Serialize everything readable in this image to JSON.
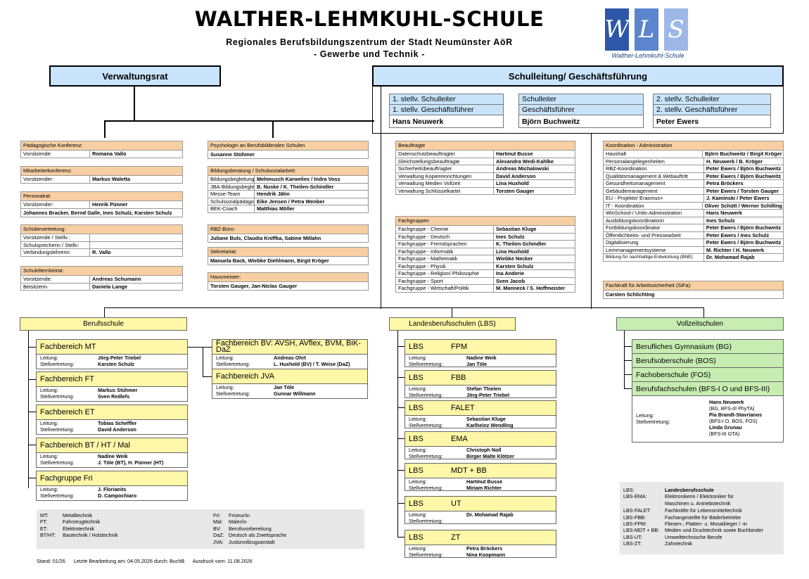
{
  "header": {
    "title": "WALTHER-LEHMKUHL-SCHULE",
    "subtitle1": "Regionales Berufsbildungszentrum der Stadt Neumünster AöR",
    "subtitle2": "- Gewerbe und Technik -",
    "logo_letters": [
      "W",
      "L",
      "S"
    ],
    "logo_caption": "Walther-Lehmkuhl-Schule"
  },
  "verwaltungsrat": "Verwaltungsrat",
  "schulleitung": {
    "title": "Schulleitung/ Geschäftsführung",
    "boxes": [
      {
        "l1": "1. stellv. Schulleiter",
        "l2": "1. stellv. Geschäftsführer",
        "name": "Hans Neuwerk"
      },
      {
        "l1": "Schulleiter",
        "l2": "Geschäftsführer",
        "name": "Björn Buchweitz"
      },
      {
        "l1": "2. stellv. Schulleiter",
        "l2": "2. stellv. Geschäftsführer",
        "name": "Peter Ewers"
      }
    ]
  },
  "col1": {
    "pk": {
      "title": "Pädagogische Konferenz:",
      "rows": [
        [
          "Vorsitzende:",
          "Romana Vallo"
        ]
      ]
    },
    "mk": {
      "title": "Mitarbeiterkonferenz:",
      "rows": [
        [
          "Vorsitzender:",
          "Markus Waletta"
        ]
      ]
    },
    "pr": {
      "title": "Personalrat:",
      "rows": [
        [
          "Vorsitzender:",
          "Henrik Pünner"
        ]
      ],
      "full": "Johannes Bracker, Bernd Galle, Ines Schulz, Karsten Schulz"
    },
    "sv": {
      "title": "Schülervertretung:",
      "rows": [
        [
          "Vorsitzende / Stellv.:",
          ""
        ],
        [
          "Schulsprecherin / Stellv:",
          ""
        ],
        [
          "Verbindungslehrerin:",
          "R. Vallo"
        ]
      ]
    },
    "seb": {
      "title": "Schulelternbeirat:",
      "rows": [
        [
          "Vorsitzende:",
          "Andreas Schumann"
        ],
        [
          "Beisitzerin",
          "Daniela Lange"
        ]
      ]
    }
  },
  "col2": {
    "psy": {
      "title": "Psychologin an Berufsbildenden Schulen",
      "full": "Susanne Stühmer"
    },
    "bb": {
      "title": "Bildungsberatung / Schulsozialarbeit:",
      "rows": [
        [
          "Bildungsbegleitung",
          "Mehmusch Karwelies / Indra Voss"
        ],
        [
          "JBA-Bildungsbegleitung",
          "B. Nuske / K. Theilen-Schindler"
        ],
        [
          "Messe-Team",
          "Hendrik Jähn"
        ],
        [
          "Schulsozialpädagoge",
          "Eike Jensen / Petra Wenber"
        ],
        [
          "BEK-Coach",
          "Matthias Möller"
        ]
      ]
    },
    "rbz": {
      "title": "RBZ-Büro:",
      "full": "Juliane Buls, Claudia Kniffka, Sabine Millahn"
    },
    "sek": {
      "title": "Sekretariat:",
      "full": "Manuela Back, Wiebke Diehlmann, Birgit Kröger"
    },
    "hm": {
      "title": "Hausmeister:",
      "full": "Torsten Gauger, Jan-Niclas Gauger"
    }
  },
  "col3": {
    "beau": {
      "title": "Beauftragte",
      "rows": [
        [
          "Datenschutzbeauftragter",
          "Hartmut Busse"
        ],
        [
          "Gleichstellungsbeauftragte",
          "Alexandra Wedi-Kahlke"
        ],
        [
          "Sicherheitsbeauftragter",
          "Andreas Michalowski"
        ],
        [
          "Verwaltung Kopiereinrichtungen",
          "David Anderson"
        ],
        [
          "Verwaltung Medien Vollzeit",
          "Lina Huxhold"
        ],
        [
          "Verwaltung Schlüsselkartei",
          "Torsten Gauger"
        ]
      ]
    },
    "fg": {
      "title": "Fachgruppen",
      "rows": [
        [
          "Fachgruppe - Chemie",
          "Sebastian Kluge"
        ],
        [
          "Fachgruppe - Deutsch",
          "Ines Schulz"
        ],
        [
          "Fachgruppe - Fremdsprachen",
          "K. Theilen-Schindler"
        ],
        [
          "Fachgruppe - Informatik",
          "Lina Huxhold"
        ],
        [
          "Fachgruppe - Mathematik",
          "Wiebke Necker"
        ],
        [
          "Fachgruppe - Physik",
          "Karsten Schulz"
        ],
        [
          "Fachgruppe - Religion/ Philosophie",
          "Ina Anderie"
        ],
        [
          "Fachgruppe - Sport",
          "Sven Jacob"
        ],
        [
          "Fachgruppe - Wirtschaft/Politik",
          "M. Manneck / S. Hoffmeister"
        ]
      ]
    }
  },
  "col4": {
    "koord": {
      "title": "Koordination - Administration",
      "rows": [
        [
          "Haushalt",
          "Björn Buchweitz / Birgit Kröger"
        ],
        [
          "Personalangelegenheiten",
          "H. Neuwerk / B. Kröger"
        ],
        [
          "RBZ-Koordination",
          "Peter Ewers / Björn Buchweitz"
        ],
        [
          "Qualitätsmanagement & Webauftritt",
          "Peter Ewers / Björn Buchweitz"
        ],
        [
          "Gesundheitsmanagement",
          "Petra Bröckers"
        ],
        [
          "Gebäudemanagement",
          "Peter Ewers / Torsten Gauger"
        ],
        [
          "EU - Projekte/ Erasmus+",
          "J. Kaminski / Peter Ewers"
        ],
        [
          "IT - Koordination",
          "Oliver Schütt / Werner Schilling"
        ],
        [
          "WinSchool-/ Untis-Administration",
          "Hans Neuwerk"
        ],
        [
          "Ausbildungskoordinatorin",
          "Ines Schulz"
        ],
        [
          "Fortbildungskoordinator",
          "Peter Ewers / Björn Buchweitz"
        ],
        [
          "Öffentlichkeits- und Pressearbeit",
          "Peter Ewers / Ines Schulz"
        ],
        [
          "Digitalisierung",
          "Peter Ewers / Björn Buchweitz"
        ],
        [
          "Lernmanagementsysteme",
          "M. Richter / H. Neuwerk"
        ],
        [
          "Bildung für nachhaltige Entwicklung (BNE)",
          "Dr. Mohamad Rajab"
        ]
      ]
    },
    "sifa": {
      "title": "Fachkraft für Arbeitssicherheit (SiFa):",
      "full": "Carsten Schlichting"
    }
  },
  "berufsschule": {
    "title": "Berufsschule",
    "labels": {
      "leitung": "Leitung:",
      "stell": "Stellvertretung:"
    },
    "cards": [
      {
        "title": "Fachbereich  MT",
        "leitung": "Jörg-Peter Triebel",
        "stell": "Karsten Schulz"
      },
      {
        "title": "Fachbereich  FT",
        "leitung": "Markus Stühmer",
        "stell": "Sven Redlefs"
      },
      {
        "title": "Fachbereich  ET",
        "leitung": "Tobias Scheffler",
        "stell": "David Anderson"
      },
      {
        "title": "Fachbereich  BT / HT / Mal",
        "leitung": "Nadine Weik",
        "stell": "J. Töle (BT), H. Pünner (HT)"
      },
      {
        "title": "Fachgruppe  Fri",
        "leitung": "J. Florianits",
        "stell": "D. Campochiaro"
      }
    ],
    "cards2": [
      {
        "title": "Fachbereich  BV: AVSH, AVflex, BVM, BiK-DaZ",
        "leitung": "Andreas Ohrt",
        "stell": "L. Huxhold (BV) / T. Weise (DaZ)"
      },
      {
        "title": "Fachbereich  JVA",
        "leitung": "Jan Töle",
        "stell": "Gunnar Willmann"
      }
    ]
  },
  "lbs": {
    "title": "Landesberufsschulen (LBS)",
    "prefix": "LBS",
    "cards": [
      {
        "name": "FPM",
        "leitung": "Nadine Weik",
        "stell": "Jan Töle"
      },
      {
        "name": "FBB",
        "leitung": "Stefan Thielen",
        "stell": "Jörg-Peter Triebel"
      },
      {
        "name": "FALET",
        "leitung": "Sebastian Kluge",
        "stell": "Karlheinz Wendling"
      },
      {
        "name": "EMA",
        "leitung": "Christoph Noll",
        "stell": "Birger Malte Klötzer"
      },
      {
        "name": "MDT + BB",
        "leitung": "Hartmut Busse",
        "stell": "Miriam Richter"
      },
      {
        "name": "UT",
        "leitung": "Dr. Mohamad Rajab",
        "stell": ""
      },
      {
        "name": "ZT",
        "leitung": "Petra Bröckers",
        "stell": "Nina Koopmann"
      }
    ]
  },
  "vz": {
    "title": "Vollzeitschulen",
    "items": [
      "Berufliches Gymnasium (BG)",
      "Berufsoberschule (BOS)",
      "Fachoberschule (FOS)",
      "Berufsfachschulen (BFS-I O und BFS-III)"
    ],
    "people": [
      {
        "name": "Hans Neuwerk",
        "note": "(BG, BFS-III PhyTA)"
      },
      {
        "name": "Pia Brandt-Stavrianos",
        "note": "(BFS-I O, BOS, FOS)"
      },
      {
        "name": "Linda Grunau",
        "note": "(BFS-III GTA)"
      }
    ]
  },
  "legend1": {
    "left": [
      [
        "MT:",
        "Metalltechnik"
      ],
      [
        "FT:",
        "Fahrzeugtechnik"
      ],
      [
        "ET:",
        "Elektrotechnik"
      ],
      [
        "BT/HT:",
        "Bautechnik / Holztechnik"
      ]
    ],
    "right": [
      [
        "Fri:",
        "Friseur/in"
      ],
      [
        "Mal:",
        "Maler/in"
      ],
      [
        "BV:",
        "Berufsvorbereitung"
      ],
      [
        "DaZ:",
        "Deutsch als Zweitsprache"
      ],
      [
        "JVA:",
        "Justizvollzugsanstalt"
      ]
    ]
  },
  "legend2": [
    [
      "LBS:",
      "Landesberufsschule"
    ],
    [
      "LBS-EMA:",
      "Elektronikerin / Elektroniker für"
    ],
    [
      "",
      "Maschinen u. Antriebstechnik"
    ],
    [
      "LBS-FALET:",
      "Fachkräfte für Lebensmitteltechnik"
    ],
    [
      "LBS-FBB:",
      "Fachangestellte für Bäderbetriebe"
    ],
    [
      "LBS-FPM:",
      "Fliesen-, Platten- u. Mosaikleger / -in"
    ],
    [
      "LBS-MDT + BB:",
      "Medien und Drucktechnik sowie Buchbinder"
    ],
    [
      "LBS-UT:",
      "Umwelttechnische Berufe"
    ],
    [
      "LBS-ZT:",
      "Zahntechnik"
    ]
  ],
  "footer": "Stand: 01/26      Letzte Bearbeitung am: 04.05.2026 durch: BuchB      Ausdruck vom: 11.08.2026"
}
